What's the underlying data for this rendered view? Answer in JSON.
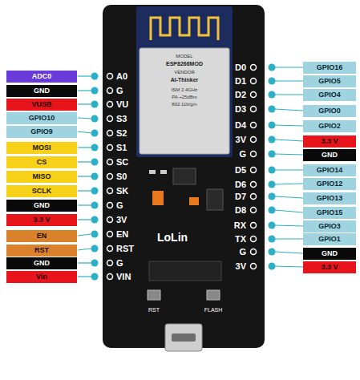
{
  "diagram": {
    "nodes": [
      {
        "text": [
          "ADC0"
        ]
      },
      {
        "text": [
          "GND"
        ]
      },
      {
        "text": [
          "VUSB"
        ]
      },
      {
        "text": [
          "GPIO10"
        ]
      },
      {
        "text": [
          "GPIO9"
        ]
      },
      {
        "text": [
          "MOSI"
        ]
      },
      {
        "text": [
          "CS"
        ]
      },
      {
        "text": [
          "MISO"
        ]
      },
      {
        "text": [
          "SCLK"
        ]
      },
      {
        "text": [
          "GND"
        ]
      },
      {
        "text": [
          "3.3 V"
        ]
      },
      {
        "text": [
          "EN"
        ]
      },
      {
        "text": [
          "RST"
        ]
      },
      {
        "text": [
          "GND"
        ]
      },
      {
        "text": [
          "Vin"
        ]
      },
      {
        "text": [
          "GPIO16"
        ]
      },
      {
        "text": [
          "GPIO5"
        ]
      },
      {
        "text": [
          "GPIO4"
        ]
      },
      {
        "text": [
          "GPIO0"
        ]
      },
      {
        "text": [
          "GPIO2"
        ]
      },
      {
        "text": [
          "3.3 V"
        ]
      },
      {
        "text": [
          "GND"
        ]
      },
      {
        "text": [
          "GPIO14"
        ]
      },
      {
        "text": [
          "GPIO12"
        ]
      },
      {
        "text": [
          "GPIO13"
        ]
      },
      {
        "text": [
          "GPIO15"
        ]
      },
      {
        "text": [
          "GPIO3"
        ]
      },
      {
        "text": [
          "GPIO1"
        ]
      },
      {
        "text": [
          "GND"
        ]
      },
      {
        "text": [
          "3.3 V"
        ]
      }
    ],
    "labels": [
      "A0",
      "G",
      "VU",
      "S3",
      "S2",
      "S1",
      "SC",
      "S0",
      "SK",
      "G",
      "3V",
      "EN",
      "RST",
      "G",
      "VIN",
      "D0",
      "D1",
      "D2",
      "D3",
      "D4",
      "3V",
      "G",
      "D5",
      "D6",
      "D7",
      "D8",
      "RX",
      "TX",
      "G",
      "3V",
      "LoLin",
      "RST",
      "FLASH",
      "MODEL",
      "ESP8266MOD",
      "VENDOR",
      "AI-Thinker",
      "ISM 2.4GHz",
      "PA +25dBm",
      "802.11b/g/n"
    ]
  }
}
